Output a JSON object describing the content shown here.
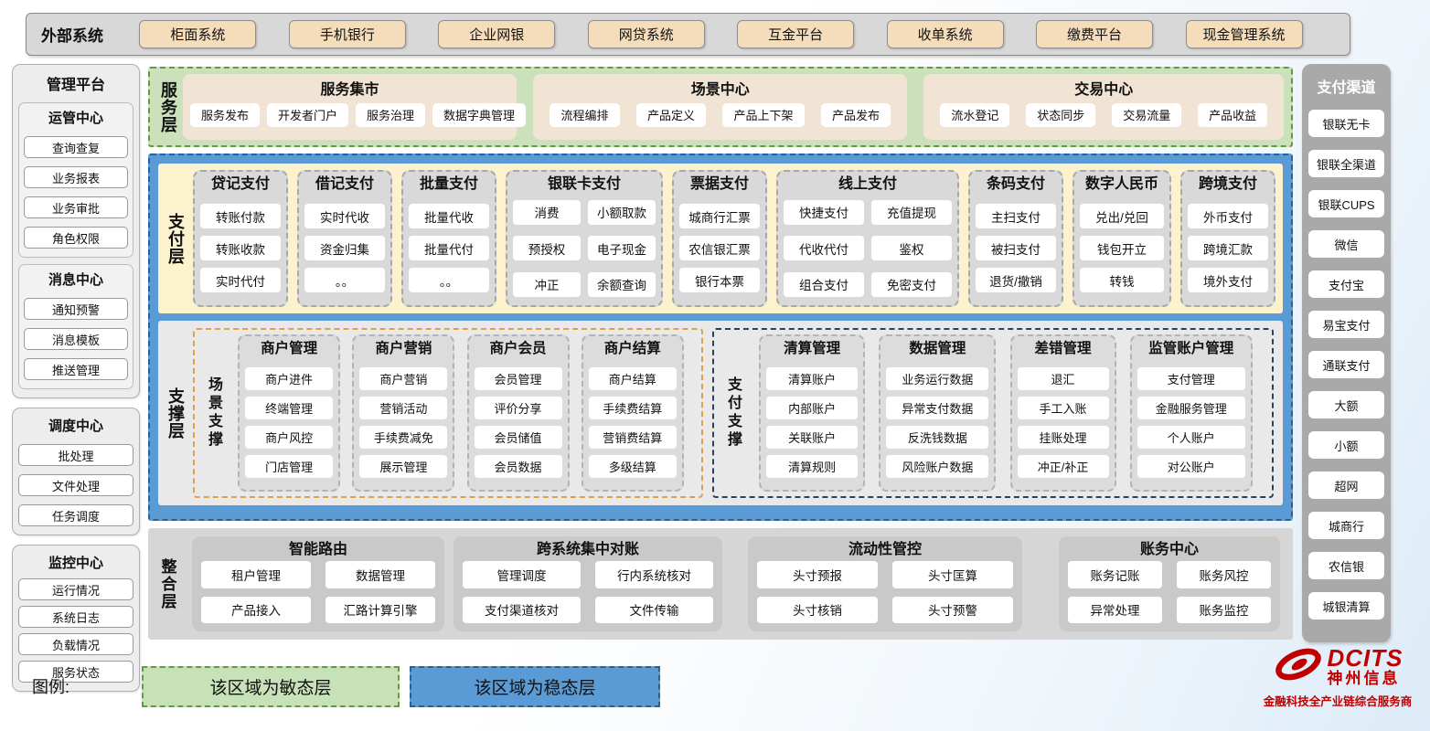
{
  "ext": {
    "label": "外部系统",
    "items": [
      "柜面系统",
      "手机银行",
      "企业网银",
      "网贷系统",
      "互金平台",
      "收单系统",
      "缴费平台",
      "现金管理系统"
    ]
  },
  "mgmt": {
    "title": "管理平台",
    "groups": [
      {
        "title": "运管中心",
        "items": [
          "查询查复",
          "业务报表",
          "业务审批",
          "角色权限"
        ]
      },
      {
        "title": "消息中心",
        "items": [
          "通知预警",
          "消息模板",
          "推送管理"
        ]
      },
      {
        "title": "调度中心",
        "items": [
          "批处理",
          "文件处理",
          "任务调度"
        ]
      },
      {
        "title": "监控中心",
        "items": [
          "运行情况",
          "系统日志",
          "负载情况",
          "服务状态"
        ]
      }
    ]
  },
  "service": {
    "label": "服务层",
    "groups": [
      {
        "title": "服务集市",
        "items": [
          "服务发布",
          "开发者门户",
          "服务治理",
          "数据字典管理"
        ]
      },
      {
        "title": "场景中心",
        "items": [
          "流程编排",
          "产品定义",
          "产品上下架",
          "产品发布"
        ]
      },
      {
        "title": "交易中心",
        "items": [
          "流水登记",
          "状态同步",
          "交易流量",
          "产品收益"
        ]
      }
    ]
  },
  "pay": {
    "label": "支付层",
    "columns": [
      {
        "title": "贷记支付",
        "items": [
          "转账付款",
          "转账收款",
          "实时代付"
        ]
      },
      {
        "title": "借记支付",
        "items": [
          "实时代收",
          "资金归集",
          "。。"
        ]
      },
      {
        "title": "批量支付",
        "items": [
          "批量代收",
          "批量代付",
          "。。"
        ]
      },
      {
        "title": "银联卡支付",
        "items": [
          "消费",
          "小额取款",
          "预授权",
          "电子现金",
          "冲正",
          "余额查询"
        ]
      },
      {
        "title": "票据支付",
        "items": [
          "城商行汇票",
          "农信银汇票",
          "银行本票"
        ]
      },
      {
        "title": "线上支付",
        "items": [
          "快捷支付",
          "充值提现",
          "代收代付",
          "鉴权",
          "组合支付",
          "免密支付"
        ]
      },
      {
        "title": "条码支付",
        "items": [
          "主扫支付",
          "被扫支付",
          "退货/撤销"
        ]
      },
      {
        "title": "数字人民币",
        "items": [
          "兑出/兑回",
          "钱包开立",
          "转钱"
        ]
      },
      {
        "title": "跨境支付",
        "items": [
          "外币支付",
          "跨境汇款",
          "境外支付"
        ]
      }
    ]
  },
  "support": {
    "label": "支撑层",
    "sections": [
      {
        "label": "场景支撑",
        "columns": [
          {
            "title": "商户管理",
            "items": [
              "商户进件",
              "终端管理",
              "商户风控",
              "门店管理"
            ]
          },
          {
            "title": "商户营销",
            "items": [
              "商户营销",
              "营销活动",
              "手续费减免",
              "展示管理"
            ]
          },
          {
            "title": "商户会员",
            "items": [
              "会员管理",
              "评价分享",
              "会员储值",
              "会员数据"
            ]
          },
          {
            "title": "商户结算",
            "items": [
              "商户结算",
              "手续费结算",
              "营销费结算",
              "多级结算"
            ]
          }
        ]
      },
      {
        "label": "支付支撑",
        "columns": [
          {
            "title": "清算管理",
            "items": [
              "清算账户",
              "内部账户",
              "关联账户",
              "清算规则"
            ]
          },
          {
            "title": "数据管理",
            "items": [
              "业务运行数据",
              "异常支付数据",
              "反洗钱数据",
              "风险账户数据"
            ]
          },
          {
            "title": "差错管理",
            "items": [
              "退汇",
              "手工入账",
              "挂账处理",
              "冲正/补正"
            ]
          },
          {
            "title": "监管账户管理",
            "items": [
              "支付管理",
              "金融服务管理",
              "个人账户",
              "对公账户"
            ]
          }
        ]
      }
    ]
  },
  "integ": {
    "label": "整合层",
    "groups": [
      {
        "title": "智能路由",
        "items": [
          "租户管理",
          "数据管理",
          "产品接入",
          "汇路计算引擎"
        ]
      },
      {
        "title": "跨系统集中对账",
        "items": [
          "管理调度",
          "行内系统核对",
          "支付渠道核对",
          "文件传输"
        ]
      },
      {
        "title": "流动性管控",
        "items": [
          "头寸预报",
          "头寸匡算",
          "头寸核销",
          "头寸预警"
        ]
      },
      {
        "title": "账务中心",
        "items": [
          "账务记账",
          "账务风控",
          "异常处理",
          "账务监控"
        ]
      }
    ]
  },
  "channels": {
    "title": "支付渠道",
    "items": [
      "银联无卡",
      "银联全渠道",
      "银联CUPS",
      "微信",
      "支付宝",
      "易宝支付",
      "通联支付",
      "大额",
      "小额",
      "超网",
      "城商行",
      "农信银",
      "城银清算"
    ]
  },
  "legend": {
    "label": "图例:",
    "agile": "该区域为敏态层",
    "stable": "该区域为稳态层"
  },
  "brand": {
    "name": "DCITS",
    "company": "神州信息",
    "tagline": "金融科技全产业链综合服务商"
  },
  "colors": {
    "stable_blue": "#5b9bd5",
    "blue_border": "#26619c",
    "agile_green": "#cbe1bb",
    "green_border": "#5f9c41",
    "service_box_beige": "#f2e4d4",
    "external_button_tan": "#f5ddbc",
    "payment_layer_yellow": "#fdf2ce",
    "column_gray": "#d9d9d9",
    "channel_panel_gray": "#a9a9a9",
    "scene_border_orange": "#e09f4b",
    "payment_support_border_navy": "#27415f",
    "brand_red": "#c00000"
  }
}
